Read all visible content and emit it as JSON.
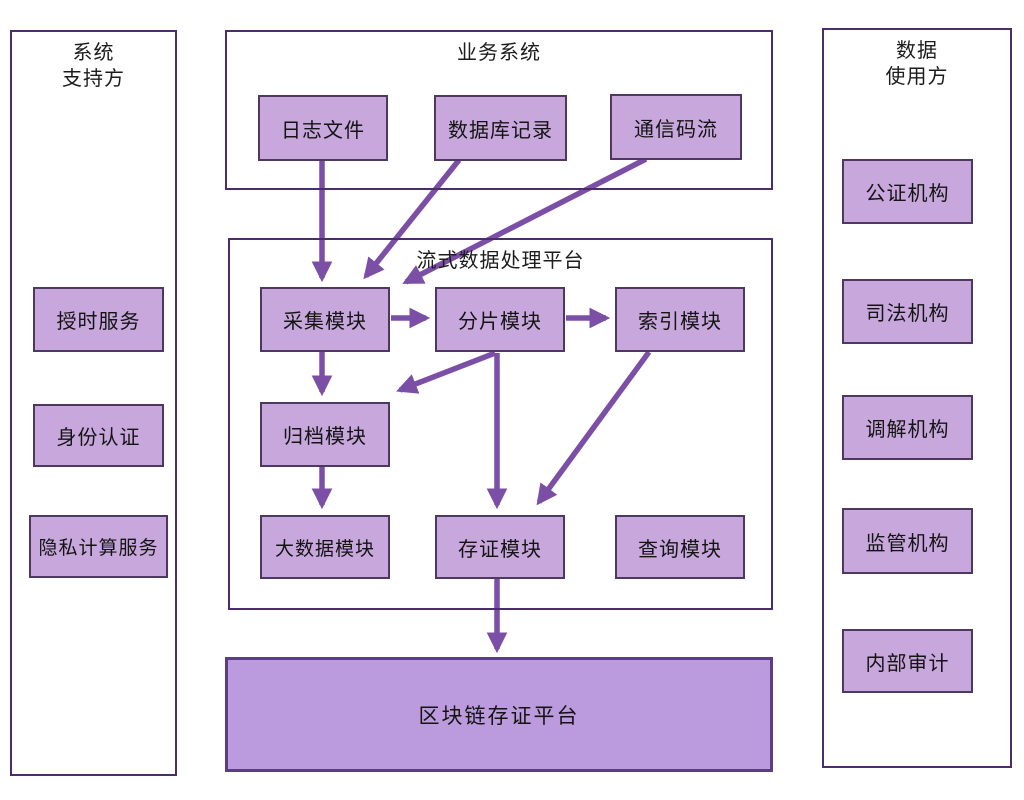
{
  "colors": {
    "background": "#ffffff",
    "node_fill": "#c7a7dc",
    "node_border": "#4c3860",
    "container_border": "#4b2d6b",
    "arrow": "#7c4fa7",
    "blockchain_fill": "#bb9bdd",
    "blockchain_border": "#5c3c85",
    "text": "#141414"
  },
  "left_group": {
    "title_line1": "系统",
    "title_line2": "支持方",
    "items": [
      "授时服务",
      "身份认证",
      "隐私计算服务"
    ]
  },
  "business_group": {
    "title": "业务系统",
    "items": [
      "日志文件",
      "数据库记录",
      "通信码流"
    ]
  },
  "platform_group": {
    "title": "流式数据处理平台",
    "row1": [
      "采集模块",
      "分片模块",
      "索引模块"
    ],
    "row2": [
      "归档模块"
    ],
    "row3": [
      "大数据模块",
      "存证模块",
      "查询模块"
    ]
  },
  "blockchain_platform": {
    "label": "区块链存证平台"
  },
  "right_group": {
    "title_line1": "数据",
    "title_line2": "使用方",
    "items": [
      "公证机构",
      "司法机构",
      "调解机构",
      "监管机构",
      "内部审计"
    ]
  },
  "edges": [
    {
      "from": "日志文件",
      "to": "采集模块"
    },
    {
      "from": "数据库记录",
      "to": "采集模块"
    },
    {
      "from": "通信码流",
      "to": "采集模块"
    },
    {
      "from": "采集模块",
      "to": "分片模块"
    },
    {
      "from": "分片模块",
      "to": "索引模块"
    },
    {
      "from": "采集模块",
      "to": "归档模块"
    },
    {
      "from": "分片模块",
      "to": "归档模块"
    },
    {
      "from": "分片模块",
      "to": "存证模块"
    },
    {
      "from": "索引模块",
      "to": "存证模块"
    },
    {
      "from": "归档模块",
      "to": "大数据模块"
    },
    {
      "from": "存证模块",
      "to": "区块链存证平台"
    }
  ]
}
